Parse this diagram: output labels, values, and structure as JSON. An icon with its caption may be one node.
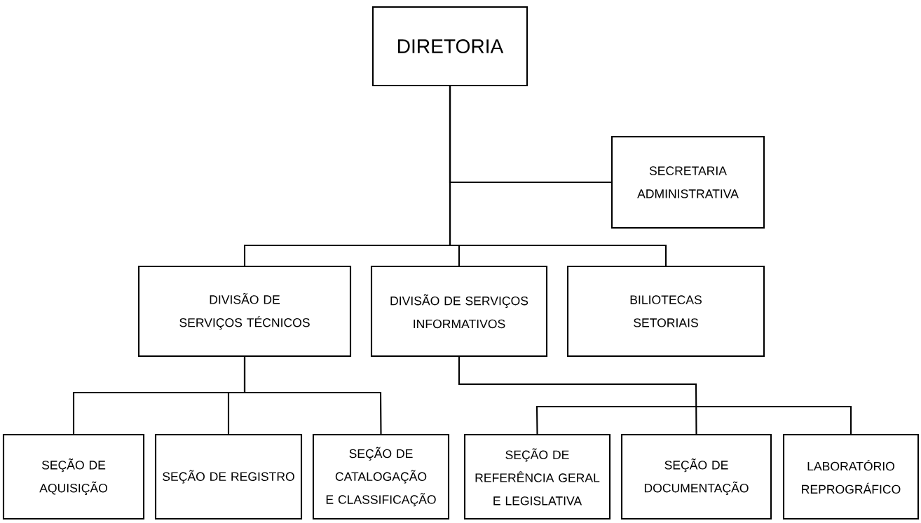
{
  "diagram": {
    "nodes": [
      {
        "text": [
          "DIRETORIA"
        ]
      },
      {
        "text": [
          "SECRETARIA ADMINISTRATIVA"
        ]
      },
      {
        "text": [
          "DIVISÃO DE SERVIÇOS TÉCNICOS"
        ]
      },
      {
        "text": [
          "DIVISÃO DE SERVIÇOS INFORMATIVOS"
        ]
      },
      {
        "text": [
          "BILIOTECAS SETORIAIS"
        ]
      },
      {
        "text": [
          "SEÇÃO DE AQUISIÇÃO"
        ]
      },
      {
        "text": [
          "SEÇÃO DE REGISTRO"
        ]
      },
      {
        "text": [
          "SEÇÃO DE CATALOGAÇÃO E CLASSIFICAÇÃO"
        ]
      },
      {
        "text": [
          "SEÇÃO DE REFERÊNCIA GERAL E LEGISLATIVA"
        ]
      },
      {
        "text": [
          "SEÇÃO DE DOCUMENTAÇÃO"
        ]
      },
      {
        "text": [
          "LABORATÓRIO REPROGRÁFICO"
        ]
      }
    ],
    "edges": [
      {
        "from": 0,
        "to": 1,
        "arrow": "none"
      },
      {
        "from": 0,
        "to": 2,
        "arrow": "none"
      },
      {
        "from": 0,
        "to": 3,
        "arrow": "none"
      },
      {
        "from": 0,
        "to": 4,
        "arrow": "none"
      },
      {
        "from": 2,
        "to": 5,
        "arrow": "none"
      },
      {
        "from": 2,
        "to": 6,
        "arrow": "none"
      },
      {
        "from": 2,
        "to": 7,
        "arrow": "none"
      },
      {
        "from": 3,
        "to": 8,
        "arrow": "none"
      },
      {
        "from": 3,
        "to": 9,
        "arrow": "none"
      },
      {
        "from": 3,
        "to": 10,
        "arrow": "none"
      }
    ]
  }
}
